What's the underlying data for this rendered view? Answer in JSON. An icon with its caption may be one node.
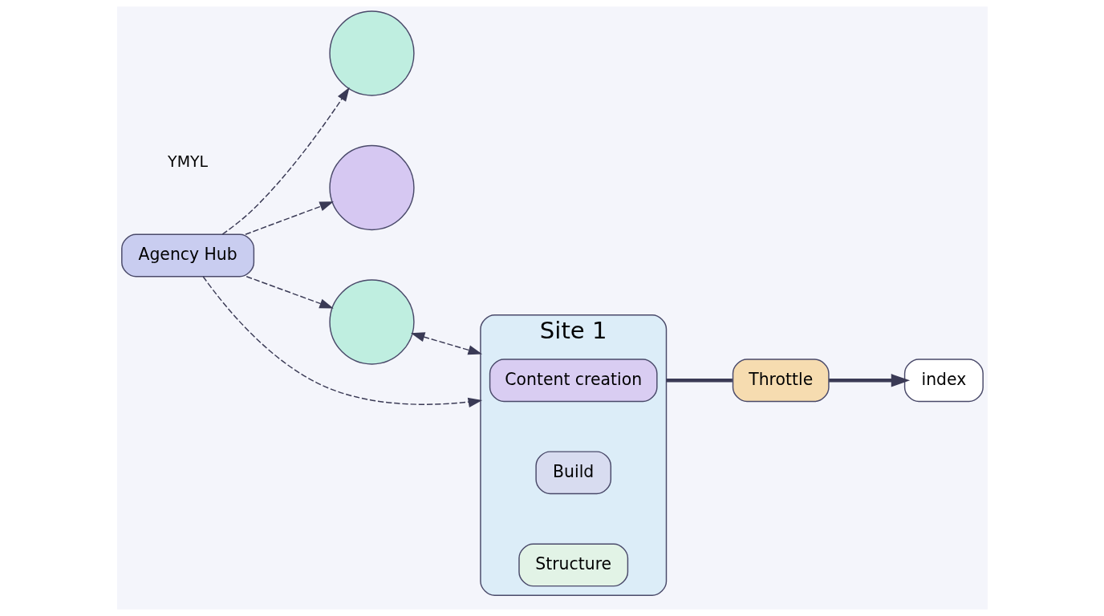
{
  "diagram": {
    "nodes": [
      {
        "text": [
          "Agency Hub"
        ]
      },
      {
        "text": [],
        "shape": "circle"
      },
      {
        "text": [],
        "shape": "circle"
      },
      {
        "text": [],
        "shape": "circle"
      },
      {
        "text": [
          "Site 1"
        ]
      },
      {
        "text": [
          "Content creation"
        ],
        "in": 4
      },
      {
        "text": [
          "Build"
        ],
        "in": 4
      },
      {
        "text": [
          "Structure"
        ],
        "in": 4
      },
      {
        "text": [
          "Throttle"
        ]
      },
      {
        "text": [
          "index"
        ]
      }
    ],
    "edges": [
      {
        "from": 0,
        "to": 1,
        "arrow": "to",
        "style": "dashed"
      },
      {
        "from": 0,
        "to": 2,
        "arrow": "to",
        "style": "dashed"
      },
      {
        "from": 0,
        "to": 4,
        "arrow": "to",
        "style": "dashed"
      },
      {
        "from": 0,
        "to": 3,
        "arrow": "to",
        "style": "dashed"
      },
      {
        "from": 3,
        "to": 4,
        "arrow": "both",
        "style": "dashed"
      },
      {
        "from": 4,
        "to": 8,
        "arrow": "none",
        "style": "thick"
      },
      {
        "from": 8,
        "to": 9,
        "arrow": "to",
        "style": "thick"
      }
    ],
    "labels": [
      "YMYL"
    ]
  }
}
